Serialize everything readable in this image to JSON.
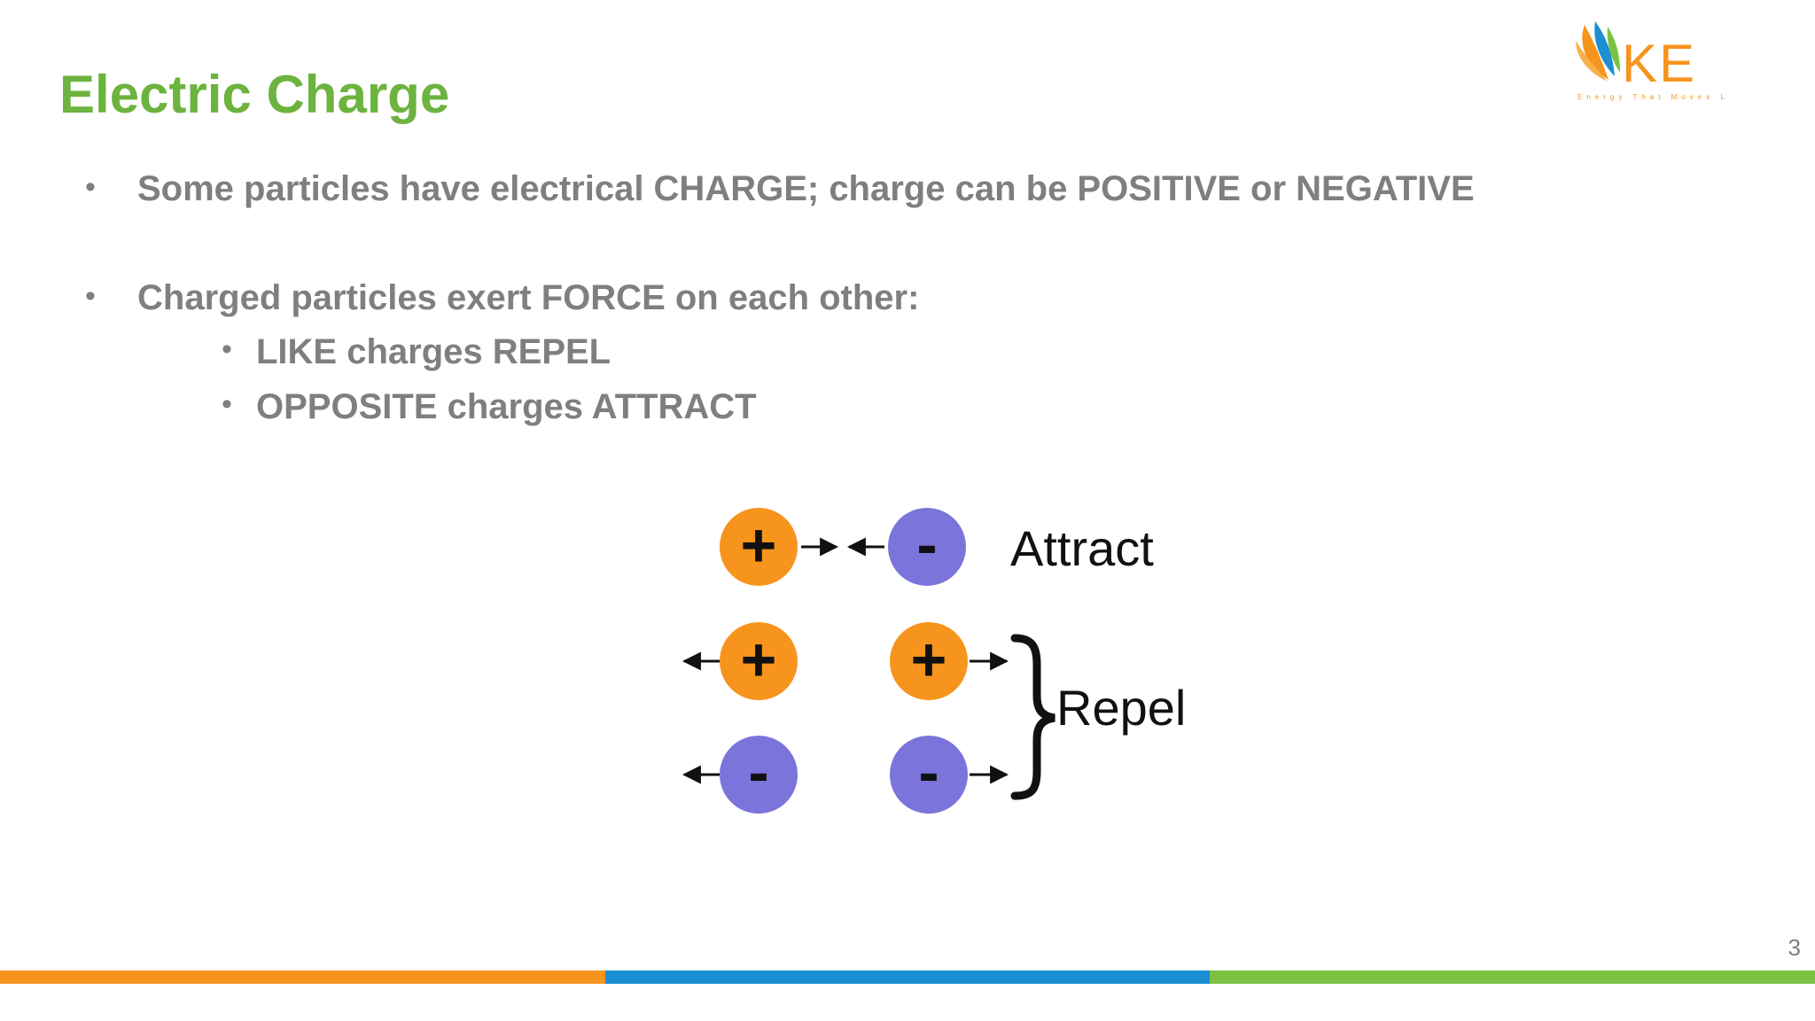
{
  "slide": {
    "title": "Electric Charge",
    "logo": {
      "wordmark": "KE",
      "tagline": "Energy That Moves Life"
    },
    "bullets": [
      "Some particles have electrical CHARGE; charge can be POSITIVE or NEGATIVE",
      "Charged particles exert FORCE on each other:"
    ],
    "sub_bullets": [
      "LIKE charges REPEL",
      "OPPOSITE charges ATTRACT"
    ],
    "diagram": {
      "attract_label": "Attract",
      "repel_label": "Repel",
      "plus_symbol": "+",
      "minus_symbol": "-"
    },
    "page_number": "3"
  },
  "colors": {
    "title": "#6db33f",
    "text": "#7f7f7f",
    "positive": "#f7941d",
    "negative": "#7b74db",
    "bar_orange": "#f7941d",
    "bar_blue": "#1b8fd2",
    "bar_green": "#7cc242"
  }
}
